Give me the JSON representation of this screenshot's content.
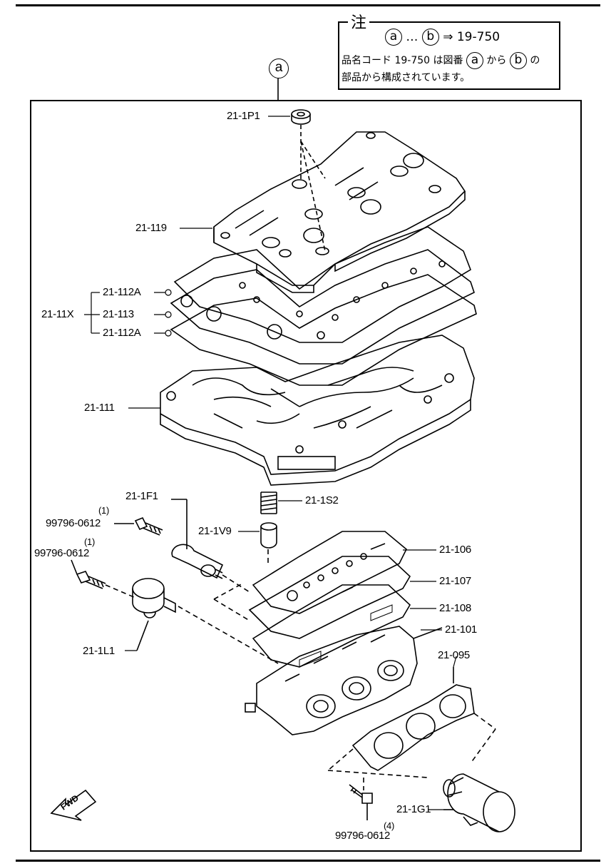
{
  "note": {
    "title": "注",
    "line1_a": "a",
    "line1_sep": "…",
    "line1_b": "b",
    "line1_ref": "⇒ 19-750",
    "line2_pre": "品名コード 19-750 は図番",
    "line2_a": "a",
    "line2_mid": "から",
    "line2_b": "b",
    "line2_post": "の",
    "line3": "部品から構成されています。"
  },
  "group_marker": "a",
  "parts": {
    "p21_1P1": "21-1P1",
    "p21_119": "21-119",
    "p21_112A_top": "21-112A",
    "p21_11X": "21-11X",
    "p21_113": "21-113",
    "p21_112A_bottom": "21-112A",
    "p21_111": "21-111",
    "p21_1F1": "21-1F1",
    "p21_1S2": "21-1S2",
    "p21_1V9": "21-1V9",
    "bolt1_qty": "(1)",
    "bolt1_code": "99796-0612",
    "bolt2_qty": "(1)",
    "bolt2_code": "99796-0612",
    "p21_106": "21-106",
    "p21_107": "21-107",
    "p21_108": "21-108",
    "p21_101": "21-101",
    "p21_095": "21-095",
    "p21_1L1": "21-1L1",
    "p21_1G1": "21-1G1",
    "bolt3_qty": "(4)",
    "bolt3_code": "99796-0612"
  },
  "fwd_label": "FWD"
}
